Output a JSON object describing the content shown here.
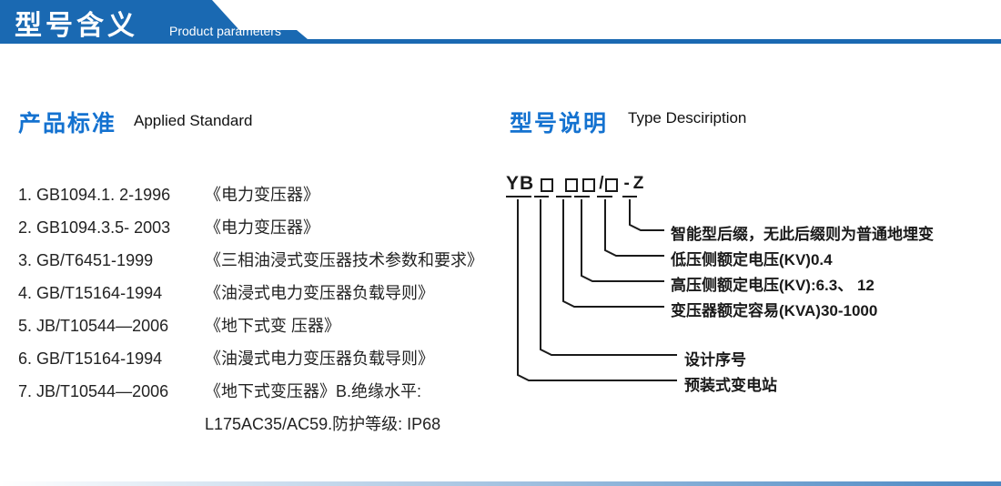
{
  "colors": {
    "banner_blue": "#1a69b2",
    "title_blue": "#1472d0",
    "text_dark": "#1a1a1a"
  },
  "header": {
    "title_cn": "型号含义",
    "title_en": "Product parameters"
  },
  "standards": {
    "title_cn": "产品标准",
    "title_en": "Applied Standard",
    "items": [
      {
        "code": "1. GB1094.1. 2-1996",
        "title": "《电力变压器》"
      },
      {
        "code": "2. GB1094.3.5- 2003",
        "title": "《电力变压器》"
      },
      {
        "code": "3. GB/T6451-1999",
        "title": "《三相油浸式变压器技术参数和要求》"
      },
      {
        "code": "4. GB/T15164-1994",
        "title": "《油浸式电力变压器负载导则》"
      },
      {
        "code": "5. JB/T10544—2006",
        "title": "《地下式变 压器》"
      },
      {
        "code": "6. GB/T15164-1994",
        "title": "《油漫式电力变压器负载导则》"
      },
      {
        "code": "7. JB/T10544—2006",
        "title": "《地下式变压器》B.绝缘水平:"
      },
      {
        "code": "",
        "title": "L175AC35/AC59.防护等级: IP68"
      }
    ]
  },
  "type_desc": {
    "title_cn": "型号说明",
    "title_en": "Type Desciription",
    "model": {
      "prefix": "YB",
      "slash": "/",
      "dash": "-",
      "suffix": "Z"
    },
    "labels": [
      {
        "text": "智能型后缀，无此后缀则为普通地埋变"
      },
      {
        "text": "低压侧额定电压(KV)0.4"
      },
      {
        "text": "高压侧额定电压(KV):6.3、 12"
      },
      {
        "text": "变压器额定容易(KVA)30-1000"
      },
      {
        "text": "设计序号"
      },
      {
        "text": "预装式变电站"
      }
    ]
  }
}
